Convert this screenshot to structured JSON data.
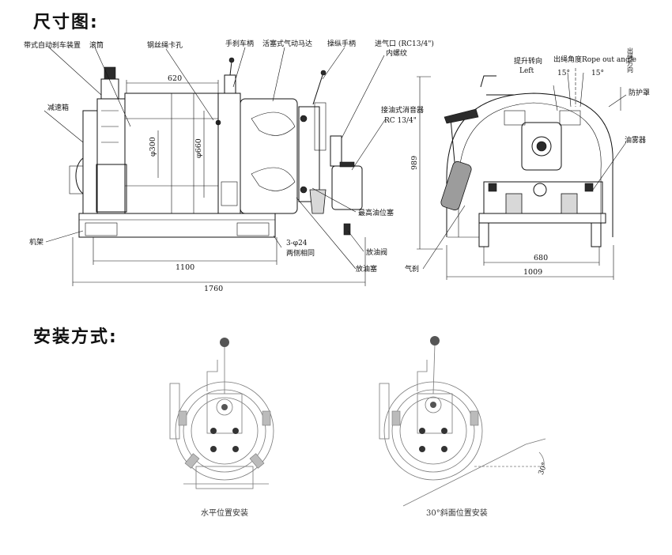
{
  "headings": {
    "dimensions": "尺寸图:",
    "installation": "安装方式:"
  },
  "front_view_labels": {
    "auto_brake": "带式自动刹车装置",
    "drum": "滚筒",
    "rope_clamp": "钢丝绳卡孔",
    "hand_brake": "手刹车柄",
    "piston_motor": "活塞式气动马达",
    "control_handle": "操纵手柄",
    "air_inlet_line1": "进气口 (RC13/4\")",
    "air_inlet_line2": "内螺纹",
    "muffler_line1": "接油式消音器",
    "muffler_line2": "RC 13/4\"",
    "reducer": "减速箱",
    "frame": "机架",
    "max_oil_plug": "最高油位塞",
    "drain_valve": "放油阀",
    "drain_plug": "放油塞",
    "mount_holes_line1": "3-φ24",
    "mount_holes_line2": "两侧相同"
  },
  "front_view_dims": {
    "d620": "620",
    "d300": "φ300",
    "d660": "φ660",
    "d1100": "1100",
    "d1760": "1760"
  },
  "side_view_labels": {
    "lift_direction_line1": "提升转向",
    "lift_direction_line2": "Left",
    "rope_out_angle": "出绳角度Rope out angle",
    "angle_left": "15°",
    "angle_right": "15°",
    "rope_direction": "出绳方向",
    "guard": "防护罩",
    "oil_mister": "油雾器",
    "air_brake": "气刹"
  },
  "side_view_dims": {
    "d989": "989",
    "d680": "680",
    "d1009": "1009"
  },
  "install_captions": {
    "horizontal": "水平位置安装",
    "incline": "30°斜面位置安装",
    "angle": "30°"
  }
}
